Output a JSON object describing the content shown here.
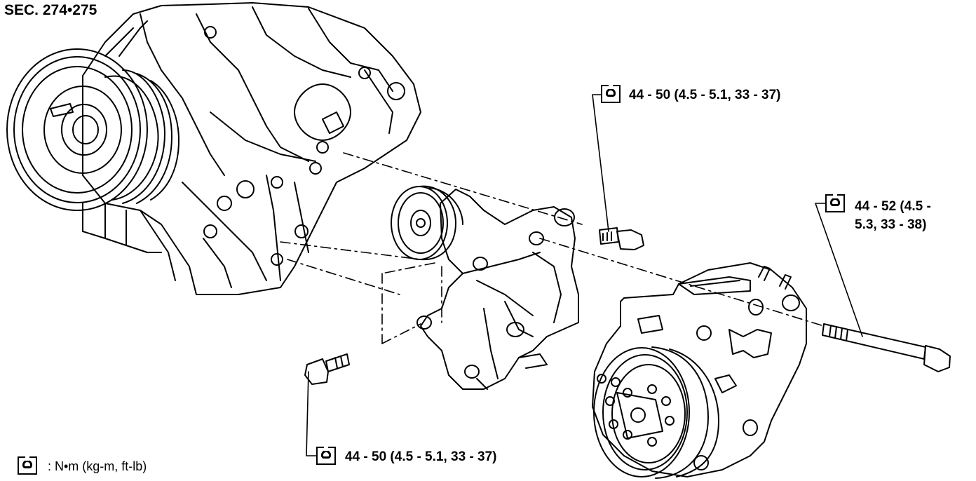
{
  "diagram": {
    "section_title": "SEC. 274•275",
    "torque_top": "44 - 50 (4.5 - 5.1, 33 - 37)",
    "torque_right": "44 - 52 (4.5 - 5.3, 33 - 38)",
    "torque_bottom": "44 - 50 (4.5 - 5.1, 33 - 37)",
    "legend": ": N•m (kg-m, ft-lb)",
    "icons": [
      "torque-wrench-icon",
      "engine-block",
      "crankshaft-pulley",
      "idler-pulley",
      "compressor-bracket",
      "ac-compressor",
      "bolt"
    ]
  }
}
